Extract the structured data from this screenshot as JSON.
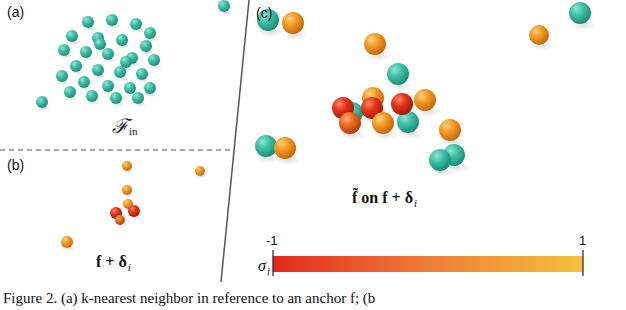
{
  "diagram": {
    "caption": "Figure 2. (a) k-nearest neighbor in reference to an anchor f; (b",
    "labels": [
      "(a)",
      "(b)",
      "(c)",
      "ℱ",
      "in",
      "f + δ",
      "i",
      "f̃ on f + δ",
      "i",
      "σ",
      "i",
      "-1",
      "1"
    ]
  }
}
